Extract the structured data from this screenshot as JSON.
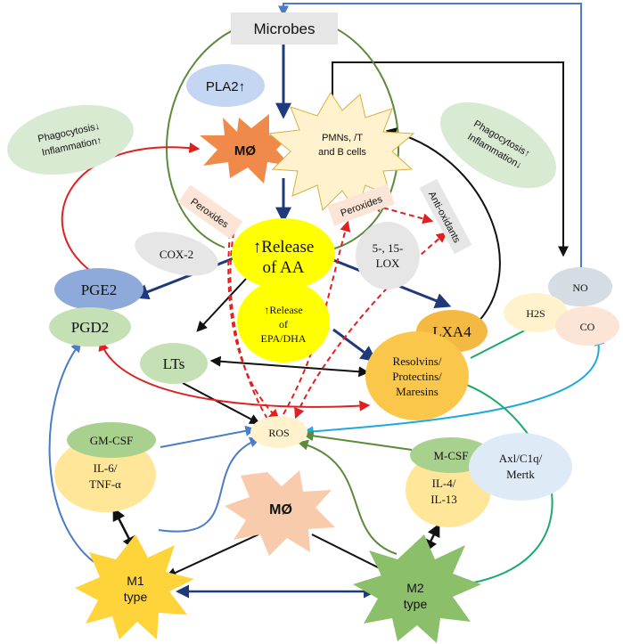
{
  "nodes": {
    "microbes": "Microbes",
    "pla2": "PLA2↑",
    "mo_top": "MØ",
    "pmns_l1": "PMNs, /T",
    "pmns_l2": "and B cells",
    "phago_left_l1": "Phagocytosis↓",
    "phago_left_l2": "Inflammation↑",
    "phago_right_l1": "Phagocytosis↑",
    "phago_right_l2": "Inflammation↓",
    "peroxides_left": "Peroxides",
    "peroxides_right": "Peroxides",
    "antioxidants": "Anti-oxidants",
    "cox2": "COX-2",
    "release_aa_l1": "↑Release",
    "release_aa_l2": "of AA",
    "lox_l1": "5-, 15-",
    "lox_l2": "LOX",
    "release_epa_l1": "↑Release",
    "release_epa_l2": "of",
    "release_epa_l3": "EPA/DHA",
    "pge2": "PGE2",
    "pgd2": "PGD2",
    "lts": "LTs",
    "lxa4": "LXA4",
    "resolvins_l1": "Resolvins/",
    "resolvins_l2": "Protectins/",
    "resolvins_l3": "Maresins",
    "no": "NO",
    "h2s": "H2S",
    "co": "CO",
    "ros": "ROS",
    "gmcsf": "GM-CSF",
    "il6_l1": "IL-6/",
    "il6_l2": "TNF-α",
    "mo_center": "MØ",
    "mcsf": "M-CSF",
    "il4_l1": "IL-4/",
    "il4_l2": "IL-13",
    "axl_l1": "Axl/C1q/",
    "axl_l2": "Mertk",
    "m1_l1": "M1",
    "m1_l2": "type",
    "m2_l1": "M2",
    "m2_l2": "type"
  },
  "colors": {
    "navy": "#1f3a7a",
    "black": "#111111",
    "red": "#e02020",
    "green": "#5a8a3a",
    "blue": "#4a7cc7",
    "cyan": "#1ea8e0",
    "teal": "#1aaa6a",
    "yellow": "#ffff00",
    "orange": "#fbc74a",
    "light_green": "#a9d18e",
    "salmon": "#f4a582",
    "dark_orange": "#f08a4b"
  }
}
